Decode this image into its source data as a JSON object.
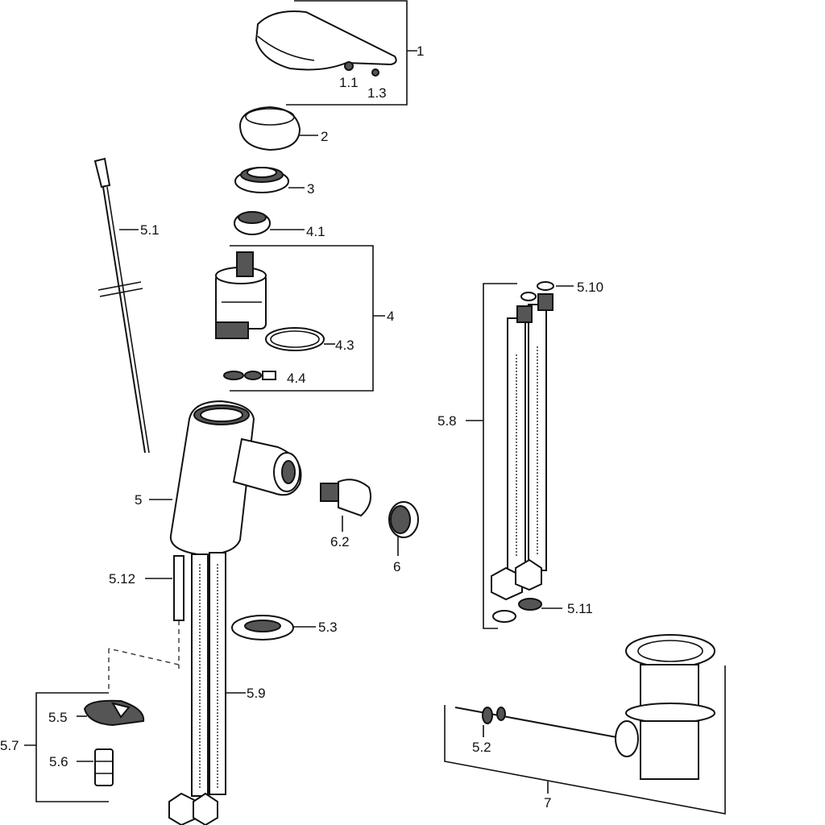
{
  "title": "Faucet exploded parts diagram",
  "labels": {
    "p1": "1",
    "p1_1": "1.1",
    "p1_3": "1.3",
    "p2": "2",
    "p3": "3",
    "p4": "4",
    "p4_1": "4.1",
    "p4_3": "4.3",
    "p4_4": "4.4",
    "p5": "5",
    "p5_1": "5.1",
    "p5_2": "5.2",
    "p5_3": "5.3",
    "p5_5": "5.5",
    "p5_6": "5.6",
    "p5_7": "5.7",
    "p5_8": "5.8",
    "p5_9": "5.9",
    "p5_10": "5.10",
    "p5_11": "5.11",
    "p5_12": "5.12",
    "p6": "6",
    "p6_2": "6.2",
    "p7": "7"
  }
}
